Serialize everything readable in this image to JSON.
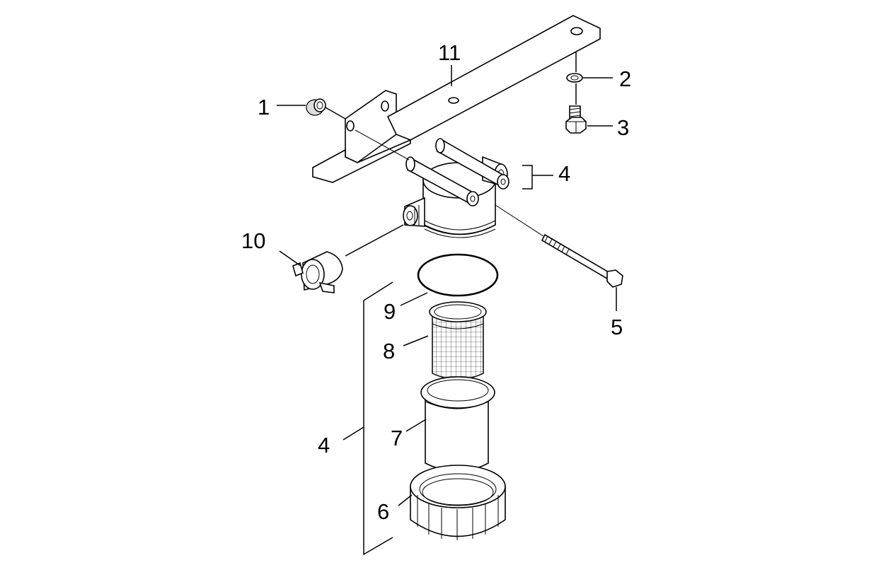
{
  "callouts": {
    "c1": "1",
    "c2": "2",
    "c3": "3",
    "c4_top": "4",
    "c4_side": "4",
    "c5": "5",
    "c6": "6",
    "c7": "7",
    "c8": "8",
    "c9": "9",
    "c10": "10",
    "c11": "11"
  }
}
